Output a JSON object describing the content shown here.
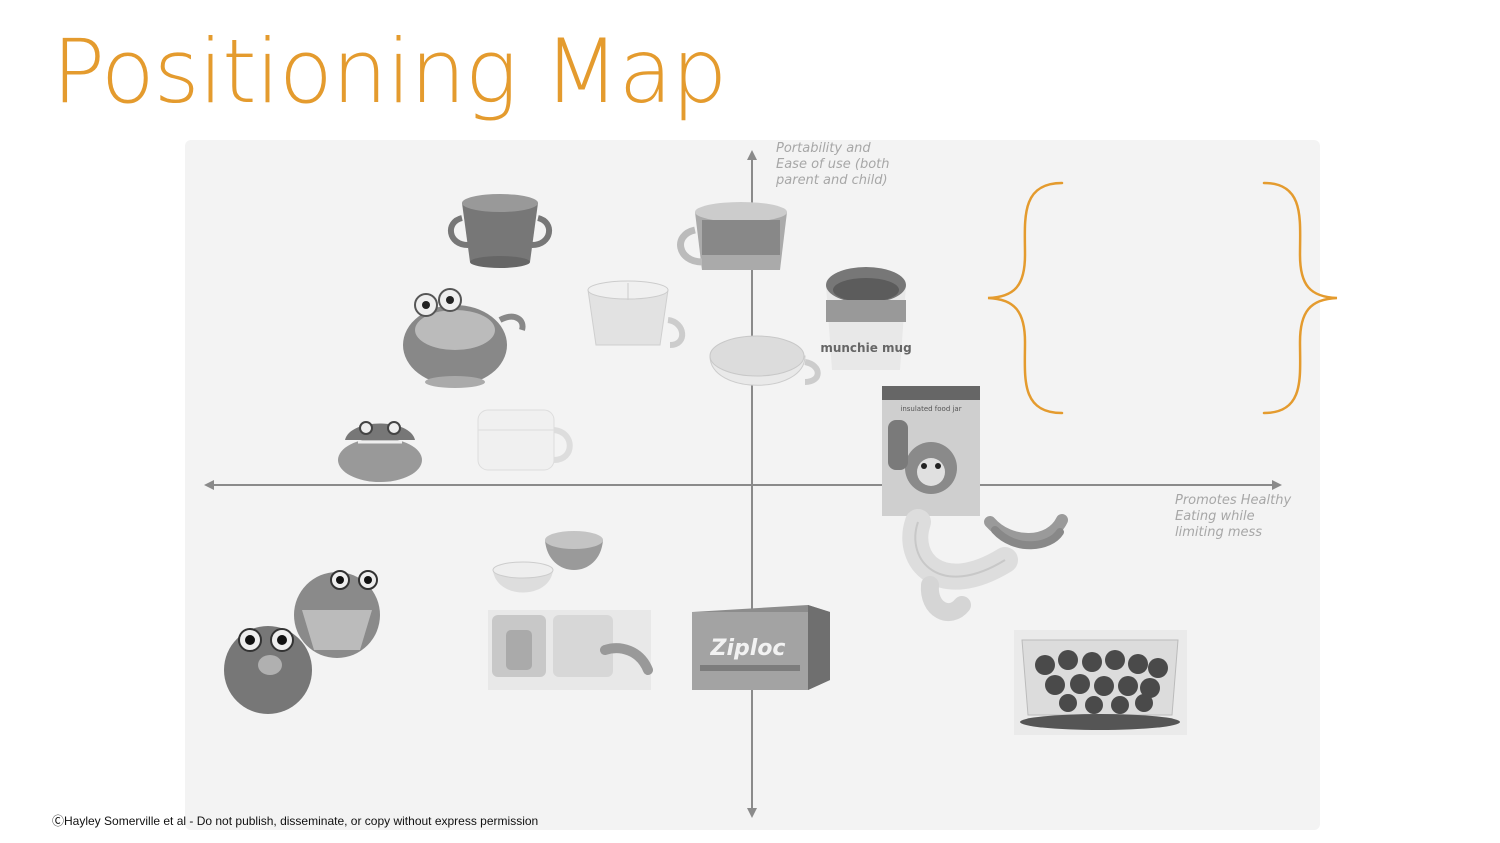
{
  "slide": {
    "title": "Positioning Map",
    "accent_color": "#E49B2E",
    "footer": "ⒸHayley Somerville et al - Do not publish, disseminate, or copy without express permission"
  },
  "map": {
    "y_axis_label": "Portability and\nEase of use (both\nparent and child)",
    "x_axis_label": "Promotes Healthy\nEating while\nlimiting mess",
    "axis_color": "#8a8a8a",
    "products": [
      {
        "name": "snack-cup-handles",
        "icon": "snack-cup-icon"
      },
      {
        "name": "snack-cup-lid",
        "icon": "snack-cup-icon"
      },
      {
        "name": "frog-snack-bowl",
        "icon": "creature-bowl-icon"
      },
      {
        "name": "spill-proof-cup-clear",
        "icon": "snack-cup-icon"
      },
      {
        "name": "munchie-mug",
        "icon": "mug-icon",
        "label": "munchie mug"
      },
      {
        "name": "snack-bowl-white",
        "icon": "bowl-icon"
      },
      {
        "name": "crab-snack-pod",
        "icon": "creature-bowl-icon"
      },
      {
        "name": "clear-snack-catcher",
        "icon": "snack-cup-icon"
      },
      {
        "name": "insulated-food-jar",
        "icon": "food-jar-icon",
        "label": "insulated food jar"
      },
      {
        "name": "banana-guard",
        "icon": "banana-icon"
      },
      {
        "name": "stacked-bowls",
        "icon": "bowl-icon"
      },
      {
        "name": "monster-snack-containers",
        "icon": "creature-bowl-icon"
      },
      {
        "name": "divided-lunch-tray",
        "icon": "tray-icon"
      },
      {
        "name": "ziploc-bags-box",
        "icon": "box-icon",
        "label": "Ziploc"
      },
      {
        "name": "grape-container",
        "icon": "grape-container-icon"
      }
    ]
  }
}
